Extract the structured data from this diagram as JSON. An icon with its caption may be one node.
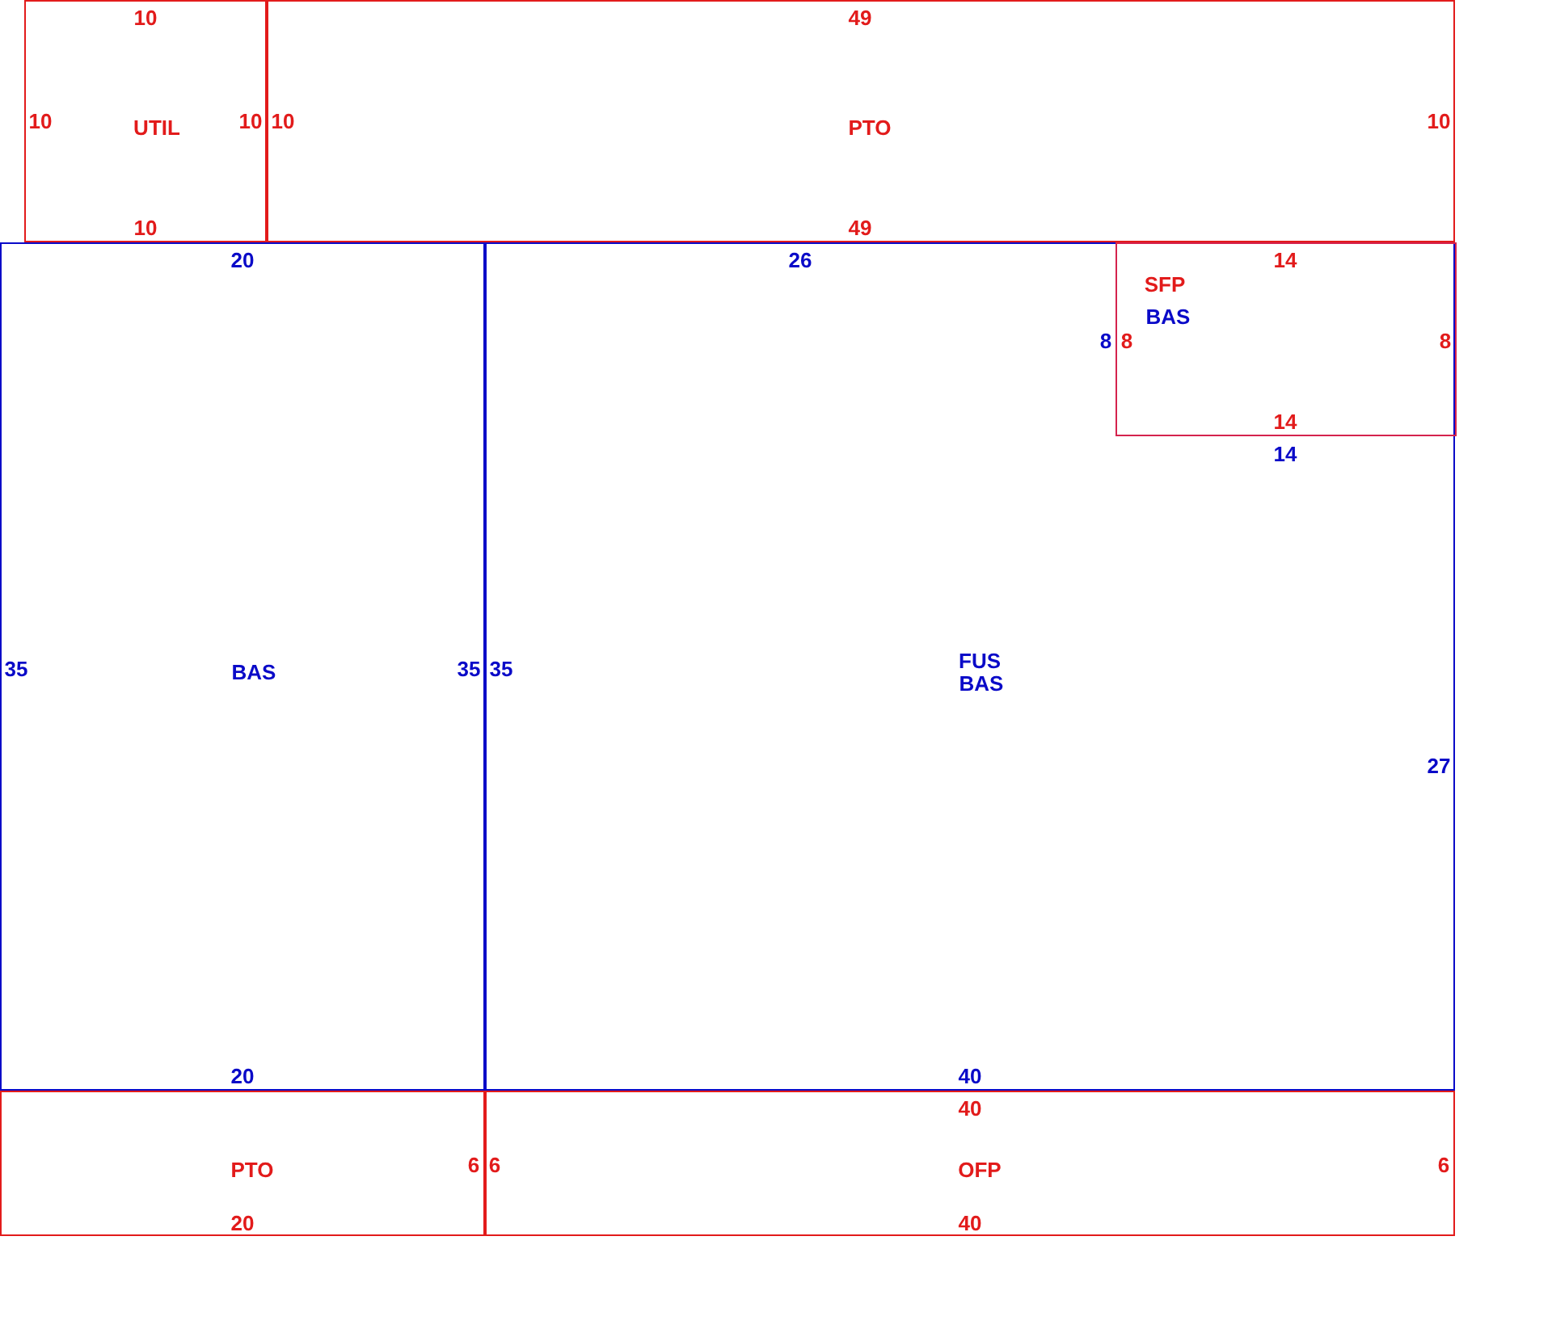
{
  "diagram": {
    "nodes": [
      {
        "text": [
          "UTIL"
        ]
      },
      {
        "text": [
          "PTO"
        ]
      },
      {
        "text": [
          "BAS"
        ]
      },
      {
        "text": [
          "FUS",
          "BAS"
        ]
      },
      {
        "text": [
          "SFP",
          "BAS"
        ],
        "in": 3
      },
      {
        "text": [
          "PTO"
        ]
      },
      {
        "text": [
          "OFP"
        ]
      }
    ],
    "labels": [
      "10",
      "49",
      "10",
      "10",
      "10",
      "10",
      "10",
      "49",
      "20",
      "26",
      "14",
      "8",
      "8",
      "8",
      "14",
      "14",
      "35",
      "35",
      "35",
      "27",
      "20",
      "40",
      "40",
      "6",
      "6",
      "6",
      "20",
      "40"
    ]
  }
}
